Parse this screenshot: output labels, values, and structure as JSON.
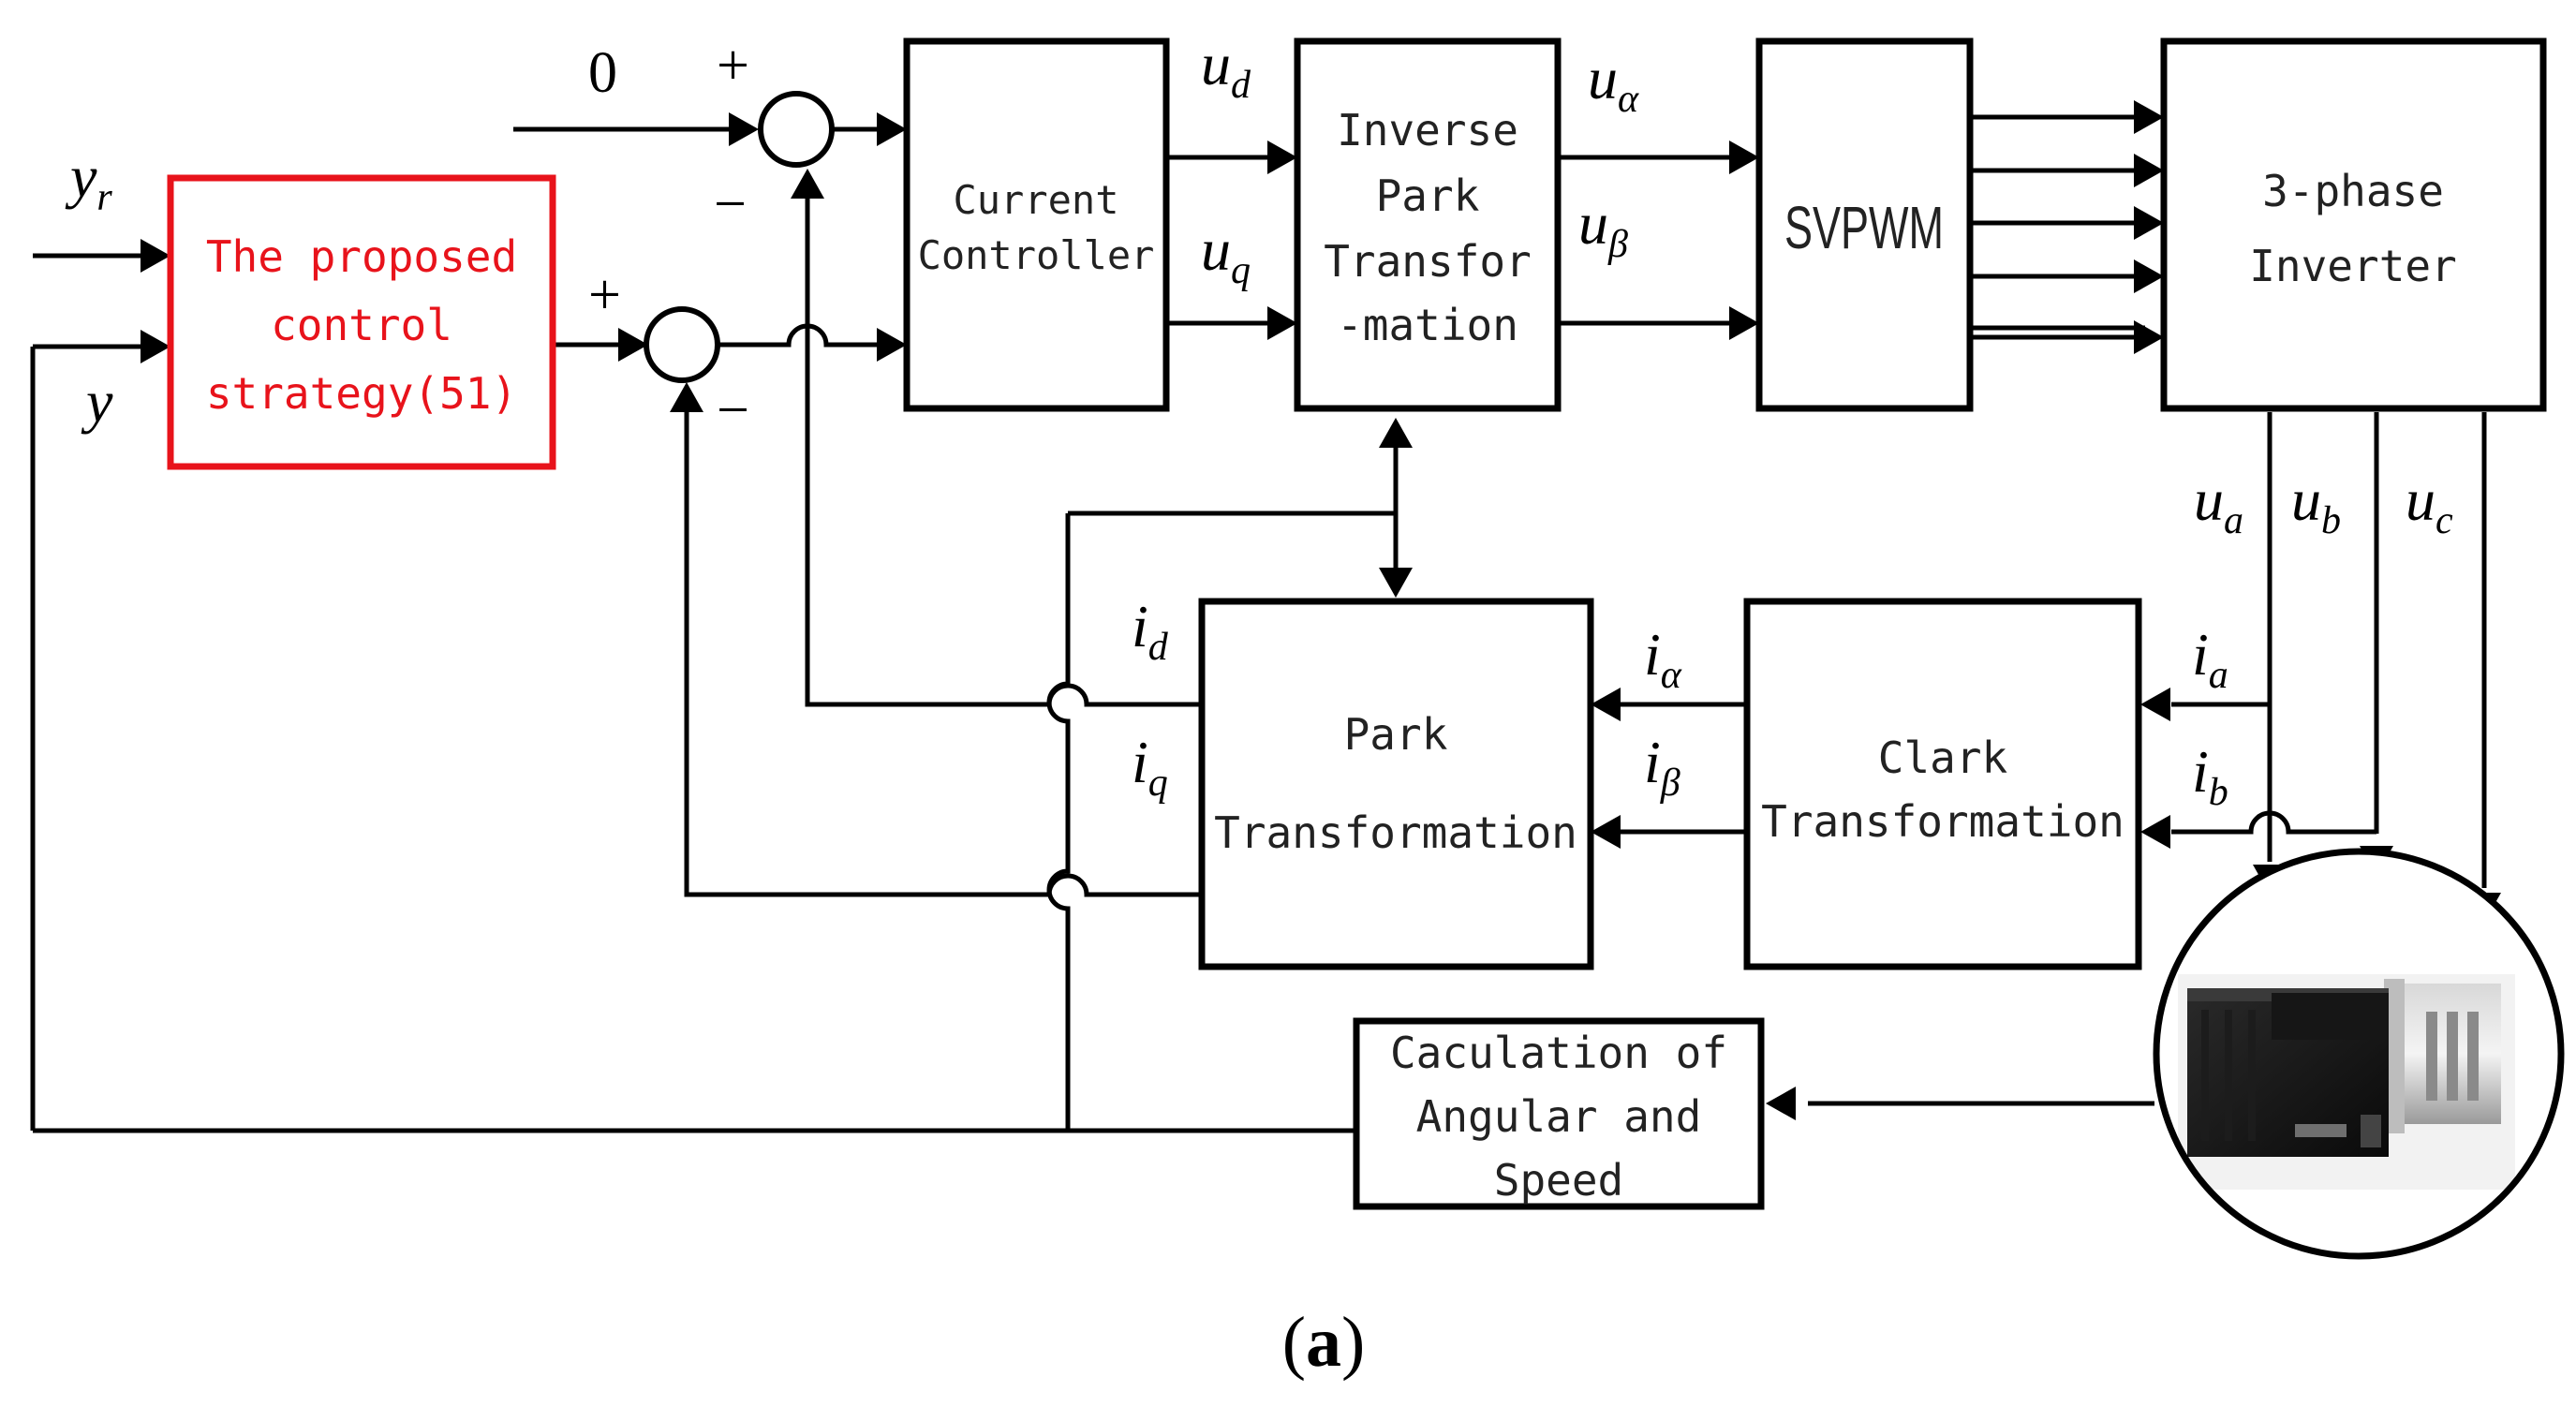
{
  "blocks": {
    "controller": [
      "The proposed",
      "control",
      "strategy(51)"
    ],
    "current_controller": [
      "Current",
      "Controller"
    ],
    "inverse_park": [
      "Inverse",
      "Park",
      "Transfor",
      "-mation"
    ],
    "svpwm": "SVPWM",
    "inverter": [
      "3-phase",
      "Inverter"
    ],
    "park": [
      "Park",
      "Transformation"
    ],
    "clark": [
      "Clark",
      "Transformation"
    ],
    "angular": [
      "Caculation of",
      "Angular and",
      "Speed"
    ]
  },
  "signals": {
    "yr": {
      "base": "y",
      "sub": "r"
    },
    "y": {
      "base": "y"
    },
    "zero": "0",
    "ud": {
      "base": "u",
      "sub": "d"
    },
    "uq": {
      "base": "u",
      "sub": "q"
    },
    "ualpha": {
      "base": "u",
      "sub": "α"
    },
    "ubeta": {
      "base": "u",
      "sub": "β"
    },
    "ua": {
      "base": "u",
      "sub": "a"
    },
    "ub": {
      "base": "u",
      "sub": "b"
    },
    "uc": {
      "base": "u",
      "sub": "c"
    },
    "id": {
      "base": "i",
      "sub": "d"
    },
    "iq": {
      "base": "i",
      "sub": "q"
    },
    "ialpha": {
      "base": "i",
      "sub": "α"
    },
    "ibeta": {
      "base": "i",
      "sub": "β"
    },
    "ia": {
      "base": "i",
      "sub": "a"
    },
    "ib": {
      "base": "i",
      "sub": "b"
    }
  },
  "signs": {
    "top_plus": "+",
    "top_minus": "−",
    "bottom_plus": "+",
    "bottom_minus": "−"
  },
  "caption": {
    "open": "(",
    "letter": "a",
    "close": ")"
  }
}
